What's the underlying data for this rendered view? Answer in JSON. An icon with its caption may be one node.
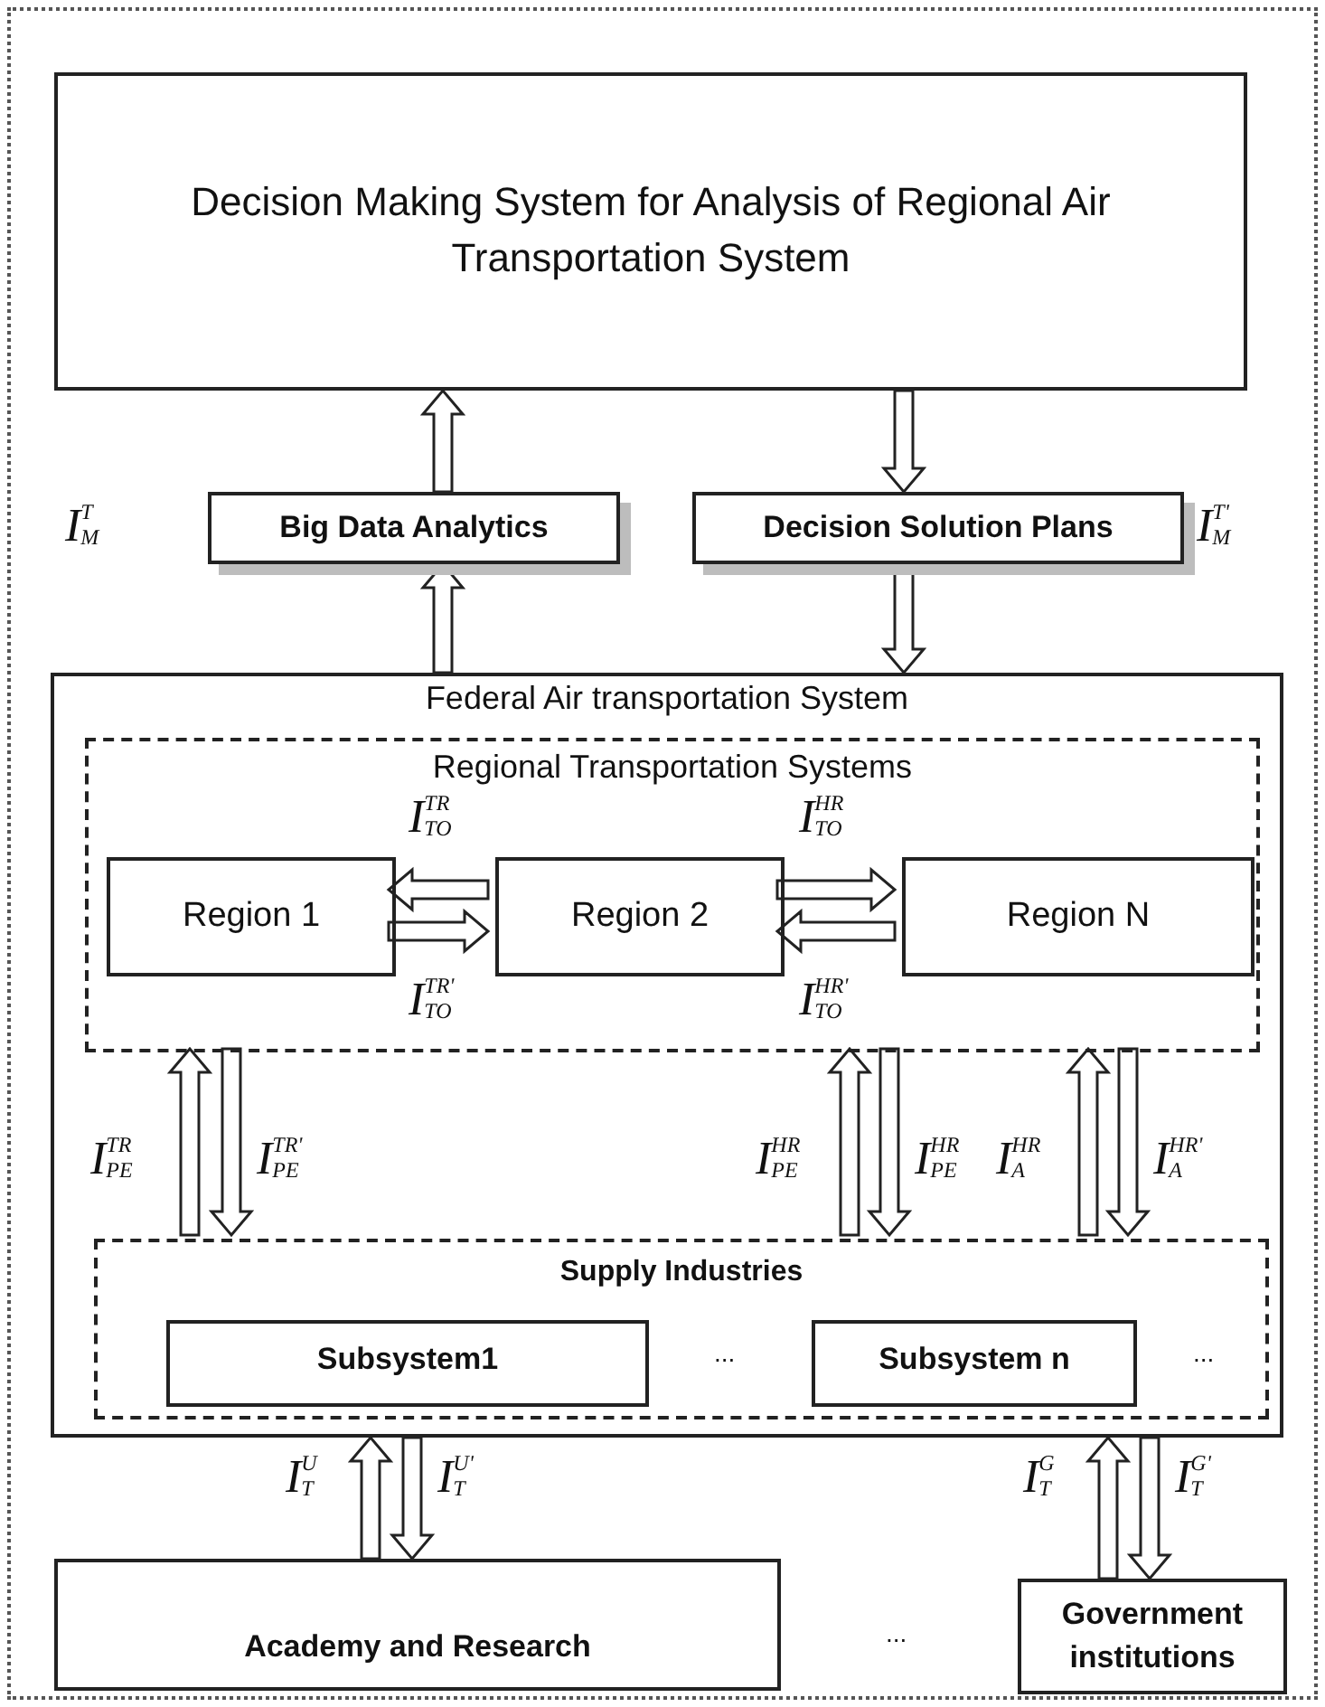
{
  "diagram": {
    "nodes": [
      {
        "text": [
          "Decision Making System for Analysis of Regional Air Transportation System"
        ]
      },
      {
        "text": [
          "Big Data Analytics"
        ],
        "beside": [
          "I$^{T}$$_{M}$"
        ]
      },
      {
        "text": [
          "Decision Solution Plans"
        ],
        "beside": [
          "I$^{T'}$$_{M}$"
        ]
      },
      {
        "text": [
          "Federal Air transportation System"
        ]
      },
      {
        "text": [
          "Regional Transportation Systems"
        ],
        "in": 3
      },
      {
        "text": [
          "Region 1"
        ],
        "in": 4
      },
      {
        "text": [
          "Region  2"
        ],
        "in": 4
      },
      {
        "text": [
          "Region  N"
        ],
        "in": 4
      },
      {
        "text": [
          "Supply Industries"
        ],
        "in": 3
      },
      {
        "text": [
          "Subsystem1"
        ],
        "in": 8
      },
      {
        "text": [
          "Subsystem n"
        ],
        "in": 8
      },
      {
        "text": [
          "Academy and Research"
        ]
      },
      {
        "text": [
          "Government institutions"
        ]
      }
    ],
    "edges": [
      {
        "from": 1,
        "to": 0,
        "arrow": "to"
      },
      {
        "from": 0,
        "to": 2,
        "arrow": "to"
      },
      {
        "from": 3,
        "to": 1,
        "arrow": "to"
      },
      {
        "from": 2,
        "to": 3,
        "arrow": "to"
      },
      {
        "from": 6,
        "to": 5,
        "arrow": "to",
        "label": "I$^{TR}$$_{TO}$"
      },
      {
        "from": 5,
        "to": 6,
        "arrow": "to",
        "label": "I$^{TR'}$$_{TO}$"
      },
      {
        "from": 6,
        "to": 7,
        "arrow": "to",
        "label": "I$^{HR}$$_{TO}$"
      },
      {
        "from": 7,
        "to": 6,
        "arrow": "to",
        "label": "I$^{HR'}$$_{TO}$"
      },
      {
        "from": 8,
        "to": 4,
        "arrow": "to",
        "label": "I$^{TR}$$_{PE}$"
      },
      {
        "from": 4,
        "to": 8,
        "arrow": "to",
        "label": "I$^{TR'}$$_{PE}$"
      },
      {
        "from": 8,
        "to": 4,
        "arrow": "to",
        "label": "I$^{HR}$$_{PE}$"
      },
      {
        "from": 4,
        "to": 8,
        "arrow": "to",
        "label": "I$^{HR}$$_{PE}$"
      },
      {
        "from": 8,
        "to": 4,
        "arrow": "to",
        "label": "I$^{HR}$$_{A}$"
      },
      {
        "from": 4,
        "to": 8,
        "arrow": "to",
        "label": "I$^{HR'}$$_{A}$"
      },
      {
        "from": 11,
        "to": 3,
        "arrow": "to",
        "label": "I$^{U}$$_{T}$"
      },
      {
        "from": 3,
        "to": 11,
        "arrow": "to",
        "label": "I$^{U'}$$_{T}$"
      },
      {
        "from": 12,
        "to": 3,
        "arrow": "to",
        "label": "I$^{G}$$_{T}$"
      },
      {
        "from": 3,
        "to": 12,
        "arrow": "to",
        "label": "I$^{G'}$$_{T}$"
      }
    ],
    "labels": [
      "...",
      "...",
      "..."
    ]
  }
}
